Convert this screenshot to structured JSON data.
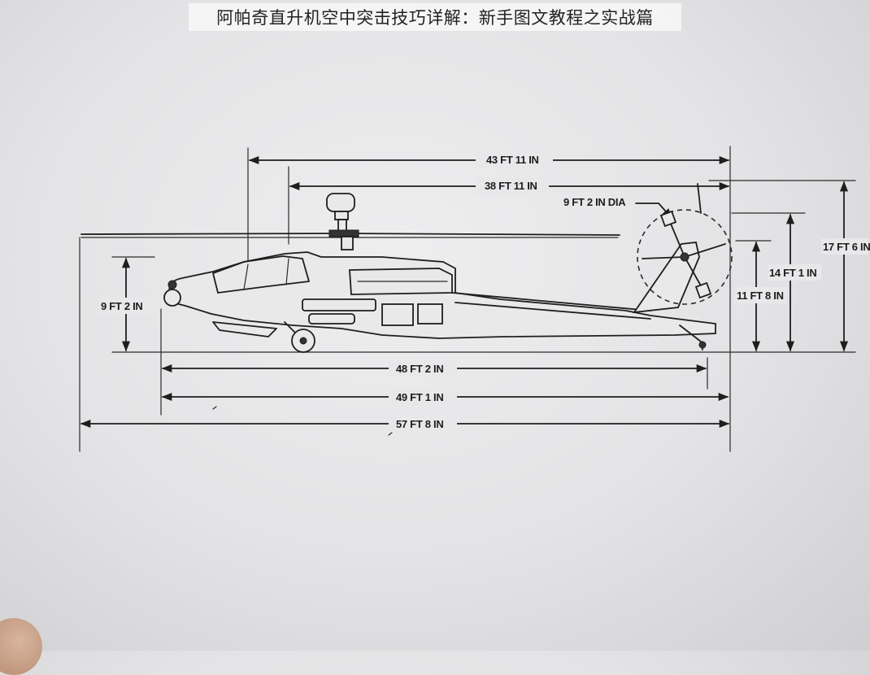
{
  "page": {
    "title": "阿帕奇直升机空中突击技巧详解：新手图文教程之实战篇"
  },
  "diagram": {
    "dimensions": {
      "main_rotor_to_tail_rotor": "43 FT 11 IN",
      "rotor_hub_to_tail_rotor": "38 FT 11 IN",
      "tail_rotor_diameter": "9 FT 2 IN DIA",
      "overall_height": "17 FT 6 IN",
      "tail_rotor_hub_height": "14 FT 1 IN",
      "tail_fin_height": "11 FT 8 IN",
      "fuselage_height": "9 FT 2 IN",
      "fuselage_length": "48 FT 2 IN",
      "overall_fuselage_length": "49 FT 1 IN",
      "overall_length": "57 FT 8 IN"
    }
  }
}
